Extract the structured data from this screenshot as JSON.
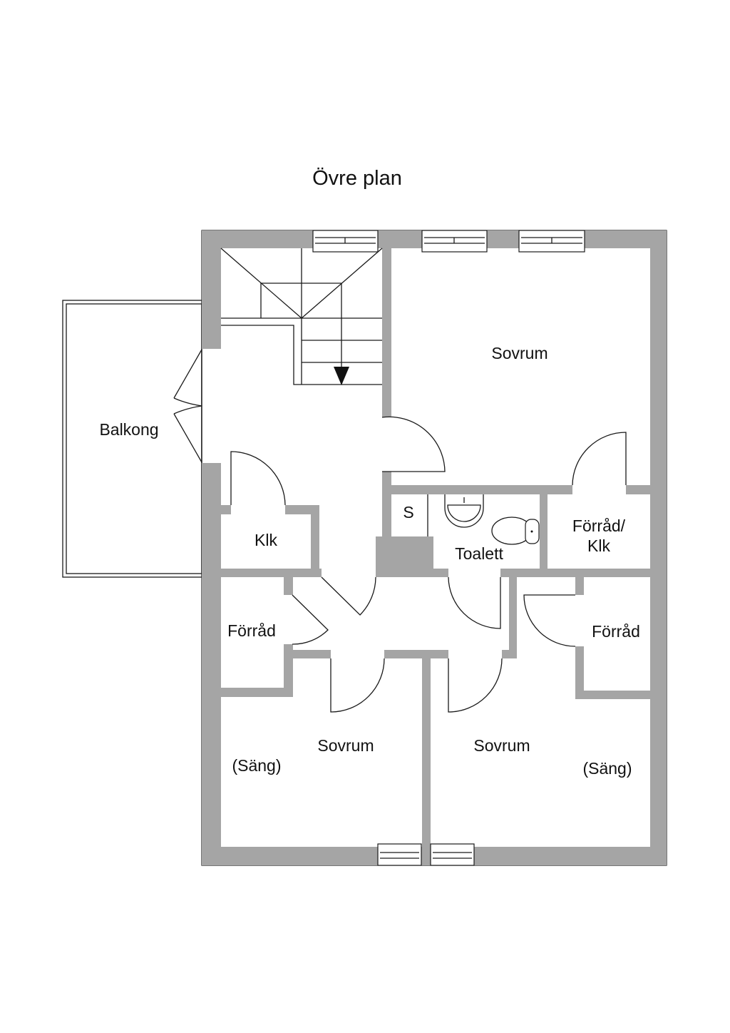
{
  "title": "Övre plan",
  "colors": {
    "wall": "#a5a5a5",
    "line": "#1a1a1a",
    "background": "#ffffff"
  },
  "rooms": {
    "balcony": "Balkong",
    "bedroom_top": "Sovrum",
    "closet_klk": "Klk",
    "shower": "S",
    "toilet": "Toalett",
    "storage_closet_line1": "Förråd/",
    "storage_closet_line2": "Klk",
    "storage_left": "Förråd",
    "storage_right": "Förråd",
    "bedroom_bottom_left": "Sovrum",
    "bed_left": "(Säng)",
    "bedroom_bottom_right": "Sovrum",
    "bed_right": "(Säng)"
  },
  "icons": {
    "stair_direction": "arrow-down-icon",
    "sink": "sink-icon",
    "toilet": "toilet-icon"
  }
}
